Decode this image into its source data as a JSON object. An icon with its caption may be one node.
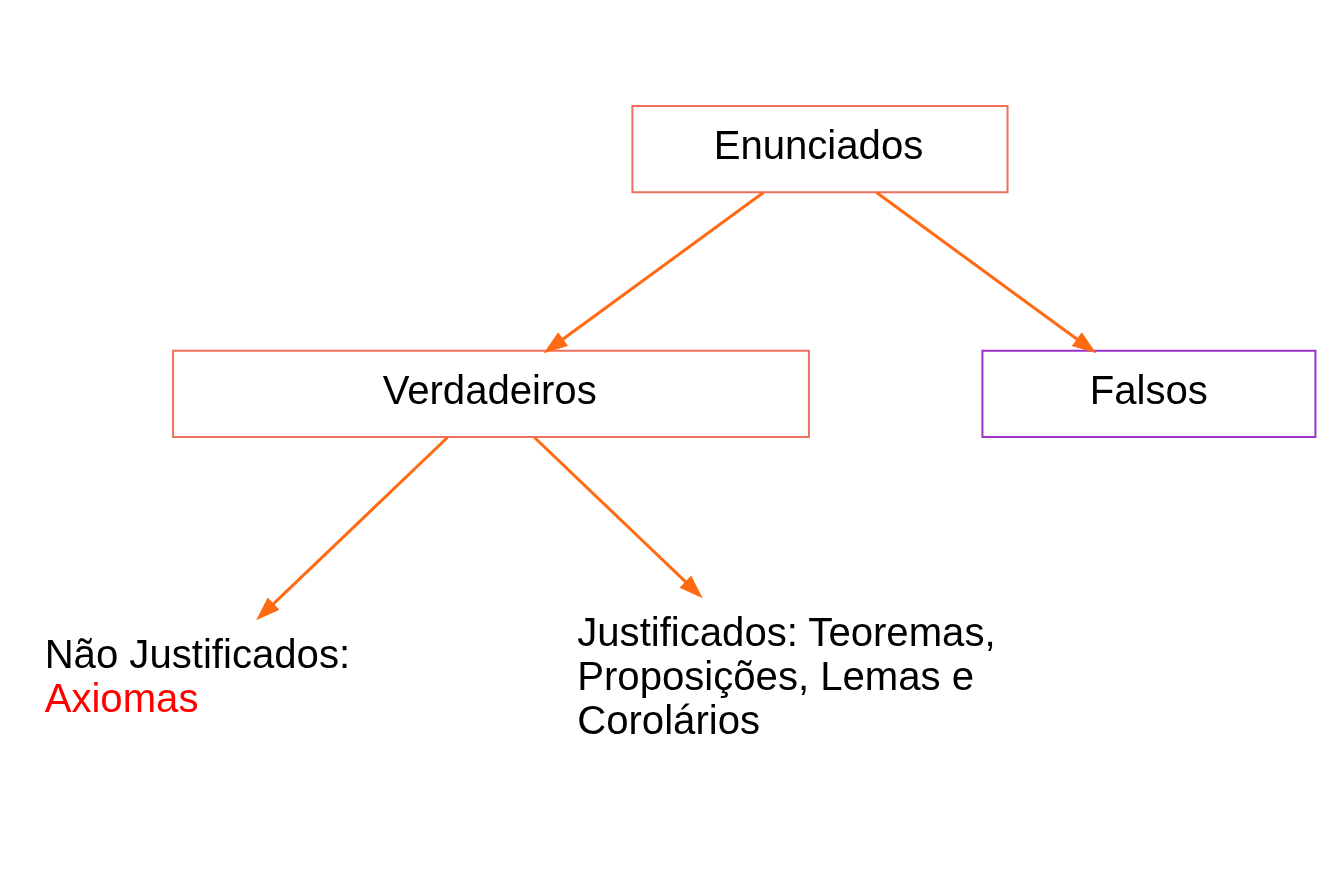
{
  "diagram": {
    "nodes": [
      {
        "text": [
          "Enunciados"
        ]
      },
      {
        "text": [
          "Verdadeiros"
        ]
      },
      {
        "text": [
          "Falsos"
        ]
      },
      {
        "text": [
          "Não Justificados:",
          "Axiomas"
        ]
      },
      {
        "text": [
          "Justificados: Teoremas, Proposições, Lemas e Corolários"
        ]
      }
    ],
    "edges": [
      {
        "from": 0,
        "to": 1,
        "arrow": "to"
      },
      {
        "from": 0,
        "to": 2,
        "arrow": "to"
      },
      {
        "from": 1,
        "to": 3,
        "arrow": "to"
      },
      {
        "from": 1,
        "to": 4,
        "arrow": "to"
      }
    ]
  }
}
